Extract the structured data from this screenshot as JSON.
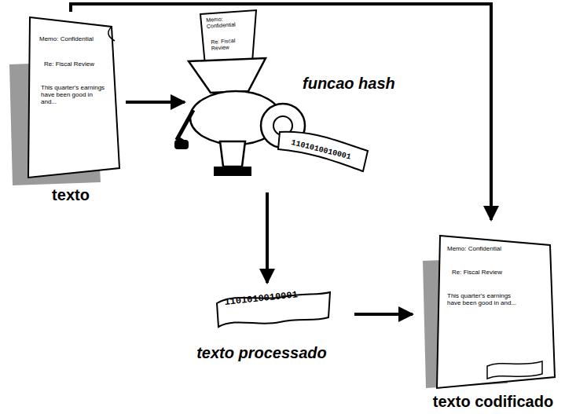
{
  "diagram": {
    "nodes": [
      {
        "text": [
          "Memo: Confidential",
          "Re: Fiscal Review",
          "This quarter's earnings have been good in and...",
          "texto"
        ]
      },
      {
        "text": [
          "funcao hash"
        ]
      },
      {
        "text": [
          "1101010010001",
          "texto processado"
        ]
      },
      {
        "text": [
          "Memo: Confidential",
          "Re: Fiscal Review",
          "This quarter's earnings have been good in and...",
          "texto codificado"
        ]
      }
    ],
    "edges": [
      {
        "from": 0,
        "to": 1,
        "arrow": "to"
      },
      {
        "from": 1,
        "to": 2,
        "arrow": "to"
      },
      {
        "from": 2,
        "to": 3,
        "arrow": "to"
      },
      {
        "from": 0,
        "to": 3,
        "arrow": "to"
      }
    ],
    "labels": [
      "Memo: Confidential",
      "Re: Fiscal Review",
      "1101010010001"
    ]
  }
}
